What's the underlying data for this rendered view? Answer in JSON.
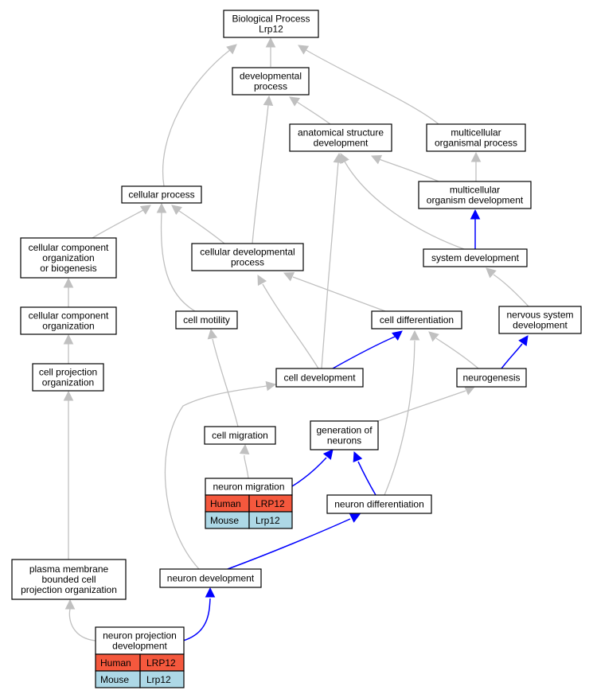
{
  "colors": {
    "human": "#f4583d",
    "mouse": "#add8e6",
    "edge_default": "#c0c0c0",
    "edge_highlight": "#0000ff"
  },
  "nodes": {
    "root": [
      "Biological Process",
      "Lrp12"
    ],
    "developmental_process": [
      "developmental",
      "process"
    ],
    "anatomical_structure_development": [
      "anatomical structure",
      "development"
    ],
    "multicellular_organismal_process": [
      "multicellular",
      "organismal process"
    ],
    "cellular_process": [
      "cellular process"
    ],
    "multicellular_organism_development": [
      "multicellular",
      "organism development"
    ],
    "cellular_component_org_or_biogenesis": [
      "cellular component",
      "organization",
      "or biogenesis"
    ],
    "cellular_developmental_process": [
      "cellular developmental",
      "process"
    ],
    "system_development": [
      "system development"
    ],
    "cellular_component_organization": [
      "cellular component",
      "organization"
    ],
    "cell_motility": [
      "cell motility"
    ],
    "cell_differentiation": [
      "cell differentiation"
    ],
    "nervous_system_development": [
      "nervous system",
      "development"
    ],
    "cell_projection_organization": [
      "cell projection",
      "organization"
    ],
    "cell_development": [
      "cell development"
    ],
    "neurogenesis": [
      "neurogenesis"
    ],
    "cell_migration": [
      "cell migration"
    ],
    "generation_of_neurons": [
      "generation of",
      "neurons"
    ],
    "neuron_migration": [
      "neuron migration"
    ],
    "neuron_differentiation": [
      "neuron differentiation"
    ],
    "plasma_membrane_bounded": [
      "plasma membrane",
      "bounded cell",
      "projection organization"
    ],
    "neuron_development": [
      "neuron development"
    ],
    "neuron_projection_development": [
      "neuron projection",
      "development"
    ]
  },
  "annotations": {
    "neuron_migration": [
      {
        "species": "Human",
        "gene": "LRP12"
      },
      {
        "species": "Mouse",
        "gene": "Lrp12"
      }
    ],
    "neuron_projection_development": [
      {
        "species": "Human",
        "gene": "LRP12"
      },
      {
        "species": "Mouse",
        "gene": "Lrp12"
      }
    ]
  }
}
